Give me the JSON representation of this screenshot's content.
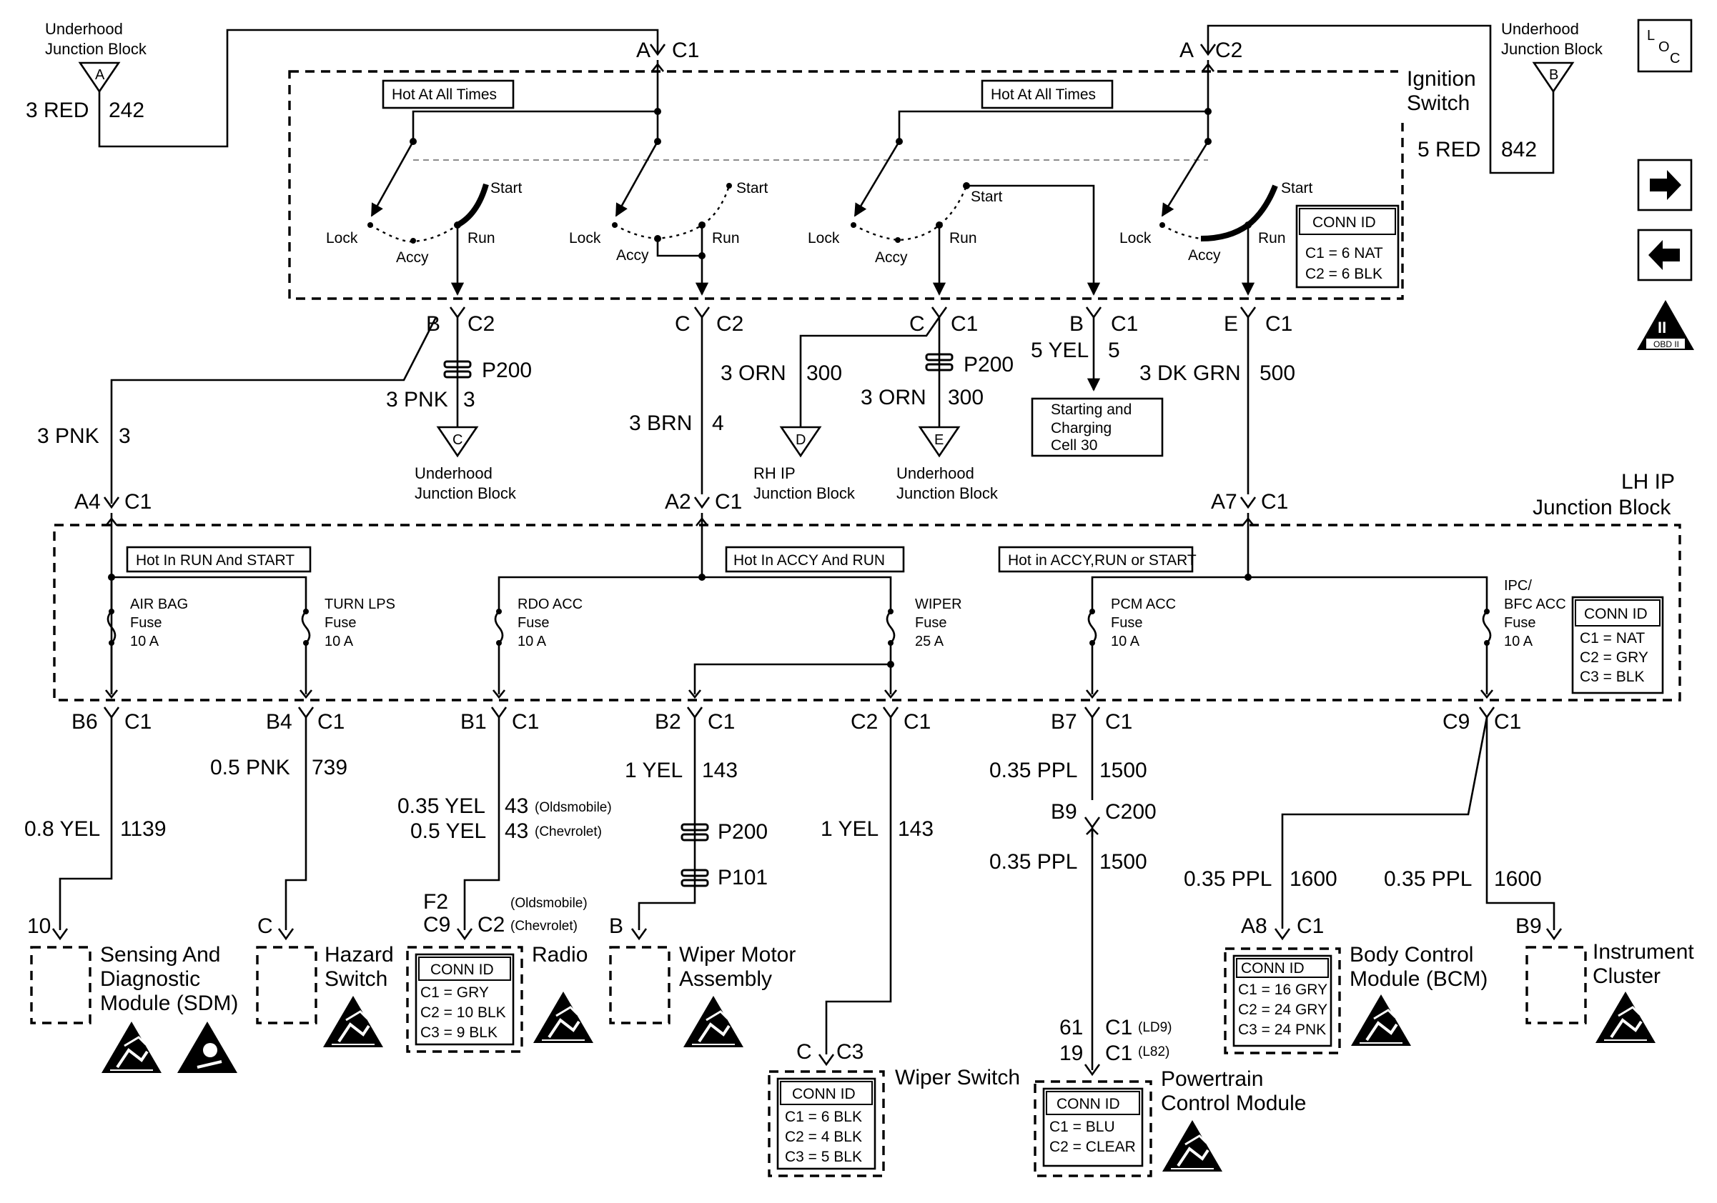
{
  "top_left_source": {
    "name_line1": "Underhood",
    "name_line2": "Junction Block",
    "pin": "A",
    "wire_size_color": "3 RED",
    "circuit": "242"
  },
  "top_right_source": {
    "name_line1": "Underhood",
    "name_line2": "Junction Block",
    "pin": "B",
    "wire_size_color": "5 RED",
    "circuit": "842"
  },
  "nav": {
    "loc_line1": "L",
    "loc_line2": "O",
    "loc_line3": "C",
    "obd_label": "OBD II",
    "obd_roman": "II"
  },
  "ignition_switch": {
    "title_line1": "Ignition",
    "title_line2": "Switch",
    "conn_c1": {
      "pin": "A",
      "conn": "C1"
    },
    "conn_c2": {
      "pin": "A",
      "conn": "C2"
    },
    "hot_label_1": "Hot At All Times",
    "hot_label_2": "Hot At All Times",
    "positions": {
      "start": "Start",
      "run": "Run",
      "lock": "Lock",
      "accy": "Accy"
    },
    "conn_id": {
      "title": "CONN ID",
      "c1": "C1 = 6 NAT",
      "c2": "C2 = 6 BLK"
    }
  },
  "switch_outputs": [
    {
      "pin": "B",
      "conn": "C2"
    },
    {
      "pin": "C",
      "conn": "C2"
    },
    {
      "pin": "C",
      "conn": "C1"
    },
    {
      "pin": "B",
      "conn": "C1"
    },
    {
      "pin": "E",
      "conn": "C1"
    }
  ],
  "mid_wires": {
    "pnk_3_a": {
      "color": "3 PNK",
      "circuit": "3"
    },
    "pnk_3_b": {
      "color": "3 PNK",
      "circuit": "3"
    },
    "splice_p200_a": "P200",
    "splice_p200_b": "P200",
    "brn": {
      "color": "3 BRN",
      "circuit": "4"
    },
    "orn_a": {
      "color": "3 ORN",
      "circuit": "300"
    },
    "orn_b": {
      "color": "3 ORN",
      "circuit": "300"
    },
    "yel": {
      "color": "5 YEL",
      "circuit": "5"
    },
    "dkgrn": {
      "color": "3 DK GRN",
      "circuit": "500"
    },
    "uhjb_c": {
      "pin": "C",
      "line1": "Underhood",
      "line2": "Junction Block"
    },
    "rhip_d": {
      "pin": "D",
      "line1": "RH IP",
      "line2": "Junction Block"
    },
    "uhjb_e": {
      "pin": "E",
      "line1": "Underhood",
      "line2": "Junction Block"
    },
    "starting": {
      "line1": "Starting and",
      "line2": "Charging",
      "line3": "Cell 30"
    }
  },
  "lh_ip": {
    "title_line1": "LH IP",
    "title_line2": "Junction Block",
    "inputs": [
      {
        "pin": "A4",
        "conn": "C1"
      },
      {
        "pin": "A2",
        "conn": "C1"
      },
      {
        "pin": "A7",
        "conn": "C1"
      }
    ],
    "hot_run_start": "Hot In RUN And START",
    "hot_accy_run": "Hot In ACCY And RUN",
    "hot_accy_run_start": "Hot in ACCY,RUN or START",
    "fuses": [
      {
        "line1": "AIR BAG",
        "line2": "Fuse",
        "line3": "10 A"
      },
      {
        "line1": "TURN LPS",
        "line2": "Fuse",
        "line3": "10 A"
      },
      {
        "line1": "RDO ACC",
        "line2": "Fuse",
        "line3": "10 A"
      },
      {
        "line1": "WIPER",
        "line2": "Fuse",
        "line3": "25 A"
      },
      {
        "line1": "PCM ACC",
        "line2": "Fuse",
        "line3": "10 A"
      },
      {
        "line0": "IPC/",
        "line1": "BFC ACC",
        "line2": "Fuse",
        "line3": "10 A"
      }
    ],
    "conn_id": {
      "title": "CONN ID",
      "c1": "C1 = NAT",
      "c2": "C2 = GRY",
      "c3": "C3 = BLK"
    }
  },
  "outputs": [
    {
      "pin": "B6",
      "conn": "C1"
    },
    {
      "pin": "B4",
      "conn": "C1"
    },
    {
      "pin": "B1",
      "conn": "C1"
    },
    {
      "pin": "B2",
      "conn": "C1"
    },
    {
      "pin": "C2",
      "conn": "C1"
    },
    {
      "pin": "B7",
      "conn": "C1"
    },
    {
      "pin": "C9",
      "conn": "C1"
    }
  ],
  "lower_wires": {
    "w1139": {
      "color": "0.8 YEL",
      "circuit": "1139"
    },
    "w739": {
      "color": "0.5 PNK",
      "circuit": "739"
    },
    "w43a": {
      "color": "0.35 YEL",
      "circuit": "43",
      "note": "(Oldsmobile)"
    },
    "w43b": {
      "color": "0.5 YEL",
      "circuit": "43",
      "note": "(Chevrolet)"
    },
    "w143a": {
      "color": "1 YEL",
      "circuit": "143"
    },
    "w143b": {
      "color": "1 YEL",
      "circuit": "143"
    },
    "p200": "P200",
    "p101": "P101",
    "w1500a": {
      "color": "0.35 PPL",
      "circuit": "1500"
    },
    "c200": {
      "pin": "B9",
      "conn": "C200"
    },
    "w1500b": {
      "color": "0.35 PPL",
      "circuit": "1500"
    },
    "w1600a": {
      "color": "0.35 PPL",
      "circuit": "1600"
    },
    "w1600b": {
      "color": "0.35 PPL",
      "circuit": "1600"
    }
  },
  "components": {
    "sdm": {
      "pin": "10",
      "line1": "Sensing And",
      "line2": "Diagnostic",
      "line3": "Module (SDM)"
    },
    "hazard": {
      "pin": "C",
      "line1": "Hazard",
      "line2": "Switch"
    },
    "radio": {
      "pin_a": "F2",
      "pin_b": "C9",
      "conn_a": "C2",
      "note_a": "(Oldsmobile)",
      "note_b": "(Chevrolet)",
      "name": "Radio",
      "conn_id": {
        "title": "CONN ID",
        "c1": "C1 = GRY",
        "c2": "C2 = 10 BLK",
        "c3": "C3 = 9 BLK"
      }
    },
    "wiper_motor": {
      "pin": "B",
      "line1": "Wiper Motor",
      "line2": "Assembly"
    },
    "wiper_switch": {
      "pin": "C",
      "conn": "C3",
      "name": "Wiper Switch",
      "conn_id": {
        "title": "CONN ID",
        "c1": "C1 = 6 BLK",
        "c2": "C2 = 4 BLK",
        "c3": "C3 = 5 BLK"
      }
    },
    "pcm": {
      "pin_a": "61",
      "pin_b": "19",
      "conn_a": "C1",
      "conn_b": "C1",
      "note_a": "(LD9)",
      "note_b": "(L82)",
      "line1": "Powertrain",
      "line2": "Control Module",
      "conn_id": {
        "title": "CONN ID",
        "c1": "C1 = BLU",
        "c2": "C2 = CLEAR"
      }
    },
    "bcm": {
      "pin": "A8",
      "conn": "C1",
      "line1": "Body Control",
      "line2": "Module (BCM)",
      "conn_id": {
        "title": "CONN ID",
        "c1": "C1 = 16 GRY",
        "c2": "C2 = 24 GRY",
        "c3": "C3 = 24 PNK"
      }
    },
    "ipc": {
      "pin": "B9",
      "line1": "Instrument",
      "line2": "Cluster"
    }
  }
}
